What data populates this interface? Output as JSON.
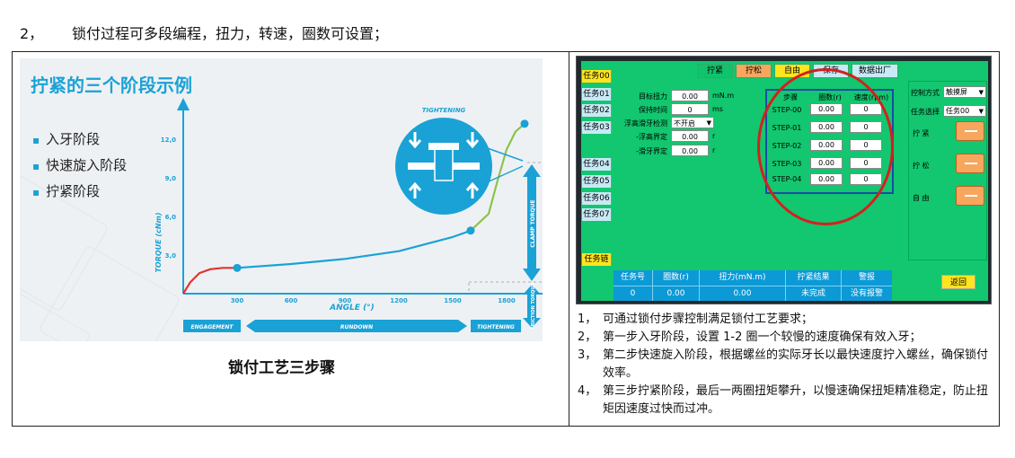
{
  "heading": {
    "number": "2，",
    "text": "锁付过程可多段编程，扭力，转速，圈数可设置；"
  },
  "figure": {
    "title": "拧紧的三个阶段示例",
    "bullets": [
      "入牙阶段",
      "快速旋入阶段",
      "拧紧阶段"
    ],
    "caption": "锁付工艺三步骤",
    "tightening_label": "TIGHTENING",
    "clamp_torque_label": "CLAMP TORQUE",
    "friction_torque_label": "FRICTION TORQUE",
    "phases": [
      "ENGAGEMENT",
      "RUNDOWN",
      "TIGHTENING"
    ]
  },
  "chart_data": {
    "type": "line",
    "xlabel": "ANGLE (°)",
    "ylabel": "TORQUE (cNm)",
    "x_ticks": [
      300,
      600,
      900,
      1200,
      1500,
      1800
    ],
    "y_ticks": [
      "3,0",
      "6,0",
      "9,0",
      "12,0"
    ],
    "xlim": [
      0,
      2100
    ],
    "ylim": [
      0,
      15
    ],
    "series": [
      {
        "color": "#e0352b",
        "x": [
          0,
          40,
          90,
          150,
          220,
          300
        ],
        "y": [
          0,
          0.9,
          1.6,
          1.9,
          2.0,
          2.0
        ]
      },
      {
        "color": "#1aa2d6",
        "x": [
          300,
          600,
          900,
          1200,
          1500,
          1600
        ],
        "y": [
          2.0,
          2.3,
          2.7,
          3.3,
          4.4,
          4.9
        ]
      },
      {
        "color": "#8bc34a",
        "x": [
          1600,
          1700,
          1750,
          1800,
          1850,
          1900
        ],
        "y": [
          4.9,
          6.2,
          8.8,
          11.2,
          12.6,
          13.2
        ]
      }
    ],
    "markers": [
      {
        "x": 300,
        "y": 2.0
      },
      {
        "x": 1600,
        "y": 4.9
      },
      {
        "x": 1900,
        "y": 13.2
      }
    ]
  },
  "hmi": {
    "top_buttons": [
      "拧紧",
      "拧松",
      "自由",
      "保存",
      "数据出厂"
    ],
    "tasks_top": [
      "任务00",
      "任务01",
      "任务02",
      "任务03"
    ],
    "tasks_bottom": [
      "任务04",
      "任务05",
      "任务06",
      "任务07"
    ],
    "task_chain": "任务链",
    "form": [
      {
        "label": "目标扭力",
        "value": "0.00",
        "unit": "mN.m"
      },
      {
        "label": "保持时间",
        "value": "0",
        "unit": "ms"
      },
      {
        "label": "浮高滑牙检测",
        "value": "不开启",
        "unit": ""
      },
      {
        "label": "-浮高界定",
        "value": "0.00",
        "unit": "r"
      },
      {
        "label": "-滑牙界定",
        "value": "0.00",
        "unit": "r"
      }
    ],
    "steps_header": [
      "步骤",
      "圈数(r)",
      "速度(rpm)"
    ],
    "steps": [
      {
        "name": "STEP-00",
        "turns": "0.00",
        "speed": "0"
      },
      {
        "name": "STEP-01",
        "turns": "0.00",
        "speed": "0"
      },
      {
        "name": "STEP-02",
        "turns": "0.00",
        "speed": "0"
      },
      {
        "name": "STEP-03",
        "turns": "0.00",
        "speed": "0"
      },
      {
        "name": "STEP-04",
        "turns": "0.00",
        "speed": "0"
      }
    ],
    "control_mode_label": "控制方式",
    "control_mode_value": "触摸屏",
    "task_select_label": "任务选择",
    "task_select_value": "任务00",
    "right_buttons": [
      "拧 紧",
      "拧 松",
      "自 由"
    ],
    "bottom_headers": [
      "任务号",
      "圈数(r)",
      "扭力(mN.m)",
      "拧紧结果",
      "警报"
    ],
    "bottom_values": [
      "0",
      "0.00",
      "0.00",
      "未完成",
      "没有报警"
    ],
    "return_label": "返回"
  },
  "notes": [
    {
      "n": "1，",
      "text": "可通过锁付步骤控制满足锁付工艺要求；"
    },
    {
      "n": "2，",
      "text": "第一步入牙阶段，设置 1-2 圈一个较慢的速度确保有效入牙；"
    },
    {
      "n": "3，",
      "text": "第二步快速旋入阶段，根据螺丝的实际牙长以最快速度拧入螺丝，确保锁付效率。"
    },
    {
      "n": "4，",
      "text": "第三步拧紧阶段，最后一两圈扭矩攀升，以慢速确保扭矩精准稳定，防止扭矩因速度过快而过冲。"
    }
  ]
}
